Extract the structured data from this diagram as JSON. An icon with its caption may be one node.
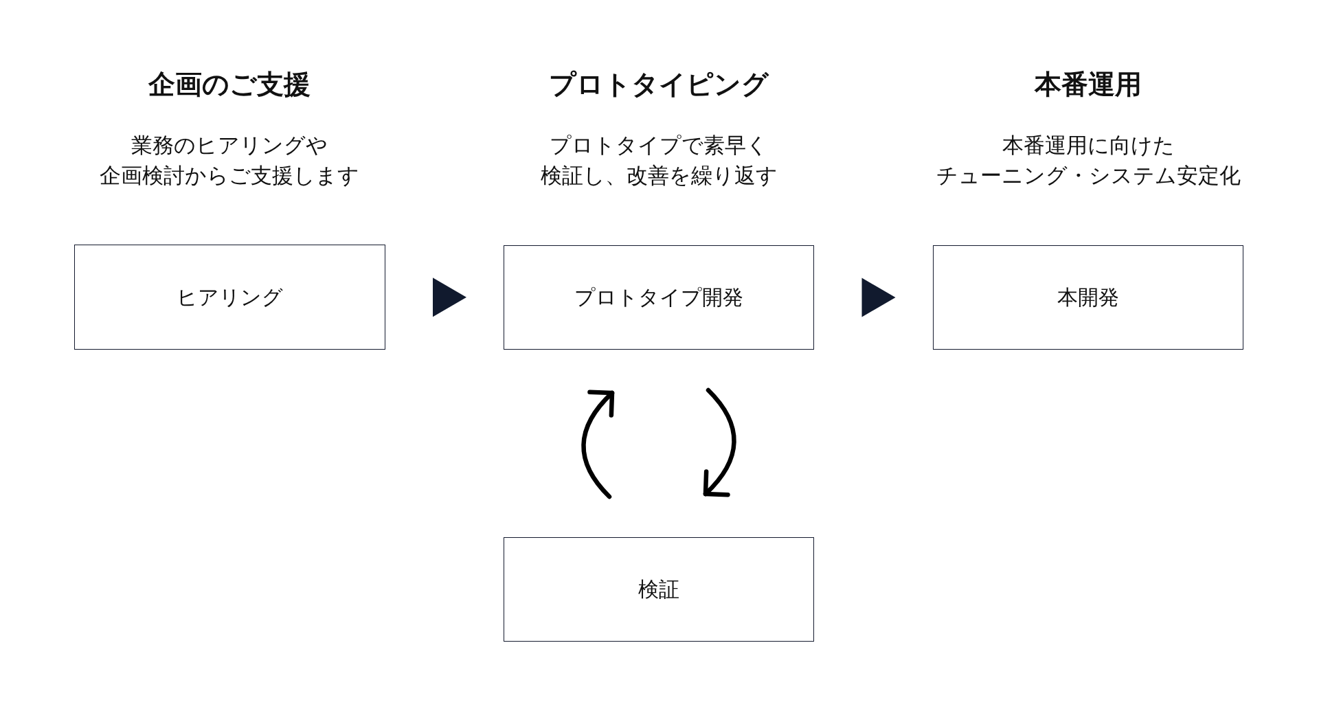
{
  "diagram": {
    "nodes": [
      {
        "text": [
          "ヒアリング"
        ]
      },
      {
        "text": [
          "プロトタイプ開発"
        ]
      },
      {
        "text": [
          "本開発"
        ]
      },
      {
        "text": [
          "検証"
        ]
      }
    ],
    "edges": [
      {
        "from": 0,
        "to": 1,
        "arrow": "to"
      },
      {
        "from": 1,
        "to": 2,
        "arrow": "to"
      },
      {
        "from": 3,
        "to": 1,
        "arrow": "to"
      },
      {
        "from": 1,
        "to": 3,
        "arrow": "to"
      }
    ],
    "labels": [
      "企画のご支援",
      "プロトタイピング",
      "本番運用",
      "業務のヒアリングや企画検討からご支援します",
      "プロトタイプで素早く検証し、改善を繰り返す",
      "本番運用に向けたチューニング・システム安定化"
    ]
  }
}
